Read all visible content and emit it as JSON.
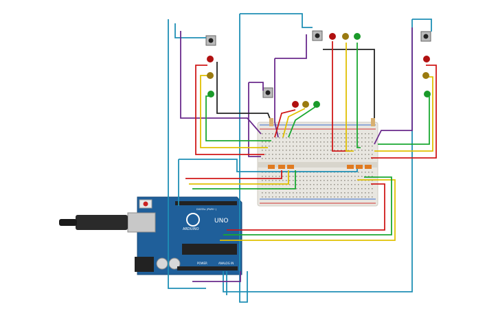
{
  "board": {
    "logo_text": "ARDUINO",
    "uno_text": "UNO",
    "power_label": "POWER",
    "analog_label": "ANALOG IN",
    "digital_label": "DIGITAL (PWM~)"
  },
  "colors": {
    "wire_purple": "#6a2a8c",
    "wire_cyan": "#1e8fb5",
    "wire_red": "#d01818",
    "wire_yellow": "#e0c000",
    "wire_green": "#1aa830",
    "wire_black": "#222222",
    "board_blue": "#1f5f9a",
    "breadboard": "#e8e6e0"
  },
  "leds": [
    {
      "group": "top-center",
      "colors": [
        "#b01010",
        "#9a7a10",
        "#1a9a2a"
      ]
    },
    {
      "group": "middle",
      "colors": [
        "#b01010",
        "#9a7a10",
        "#1a9a2a"
      ]
    },
    {
      "group": "left",
      "colors": [
        "#b01010",
        "#9a7a10",
        "#1a9a2a"
      ]
    },
    {
      "group": "right",
      "colors": [
        "#b01010",
        "#9a7a10",
        "#1a9a2a"
      ]
    }
  ]
}
